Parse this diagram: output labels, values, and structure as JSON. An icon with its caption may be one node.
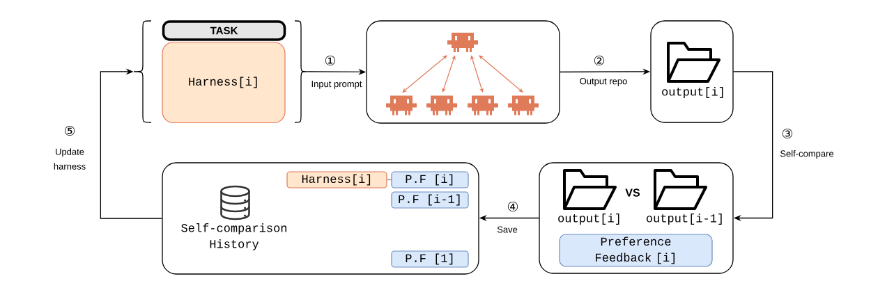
{
  "diagram": {
    "nodes": [
      {
        "text": [],
        "shape": "bracket"
      },
      {
        "text": [
          "TASK"
        ],
        "in": 0
      },
      {
        "text": [
          "Harness[i]"
        ],
        "in": 0
      },
      {
        "text": [],
        "shape": "box"
      },
      {
        "text": [],
        "shape": "picture",
        "in": 3
      },
      {
        "text": [],
        "shape": "picture",
        "in": 3
      },
      {
        "text": [],
        "shape": "picture",
        "in": 3
      },
      {
        "text": [],
        "shape": "picture",
        "in": 3
      },
      {
        "text": [],
        "shape": "picture",
        "in": 3
      },
      {
        "text": [
          "output[i]"
        ]
      },
      {
        "text": [
          "output[i]",
          "VS",
          "output[i-1]"
        ]
      },
      {
        "text": [
          "Preference Feedback [i]"
        ],
        "in": 10
      },
      {
        "text": [
          "Self-comparison History"
        ]
      },
      {
        "text": [
          "Harness[i]"
        ],
        "in": 12
      },
      {
        "text": [
          "P.F [i]"
        ],
        "in": 12
      },
      {
        "text": [
          "P.F [i-1]"
        ],
        "in": 12
      },
      {
        "text": [
          "P.F [1]"
        ],
        "in": 12
      }
    ],
    "edges": [
      {
        "from": 0,
        "to": 3,
        "arrow": "to",
        "label": "Input prompt"
      },
      {
        "from": 3,
        "to": 9,
        "arrow": "to",
        "label": "Output repo"
      },
      {
        "from": 9,
        "to": 10,
        "arrow": "to",
        "label": "Self-compare"
      },
      {
        "from": 10,
        "to": 12,
        "arrow": "to",
        "label": "Save"
      },
      {
        "from": 12,
        "to": 0,
        "arrow": "to",
        "label": "Update harness"
      },
      {
        "from": 4,
        "to": 5,
        "arrow": "both",
        "color": "#e07b5a"
      },
      {
        "from": 4,
        "to": 6,
        "arrow": "both",
        "color": "#e07b5a"
      },
      {
        "from": 4,
        "to": 7,
        "arrow": "both",
        "color": "#e07b5a"
      },
      {
        "from": 4,
        "to": 8,
        "arrow": "both",
        "color": "#e07b5a"
      },
      {
        "from": 13,
        "to": 14,
        "arrow": "none",
        "color": "#808080"
      }
    ],
    "labels": [
      "①",
      "②",
      "③",
      "④",
      "⑤"
    ]
  }
}
